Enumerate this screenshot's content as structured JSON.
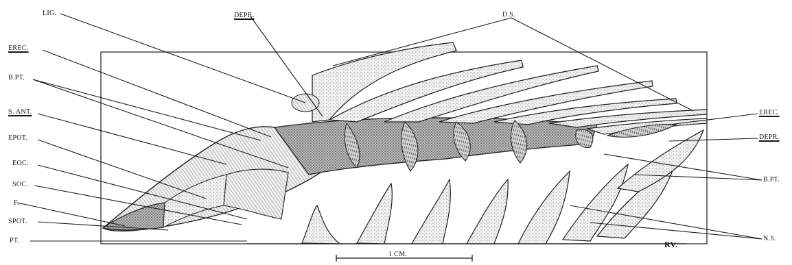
{
  "labels": {
    "lig": "LIG.",
    "depr_top": "DEPR.",
    "ds": "D.S.",
    "erec_left": "EREC.",
    "bpt_left": "B.PT.",
    "s_ant": "S. ANT.",
    "epot": "EPOT.",
    "eoc": "EOC.",
    "soc": "SOC.",
    "f": "F.",
    "spot": "SPOT.",
    "pt": "PT.",
    "erec_right": "EREC.",
    "depr_right": "DEPR.",
    "bpt_right": "B.PT.",
    "ns": "N.S."
  },
  "scale_bar": {
    "label": "1 CM."
  },
  "signature": "RV."
}
